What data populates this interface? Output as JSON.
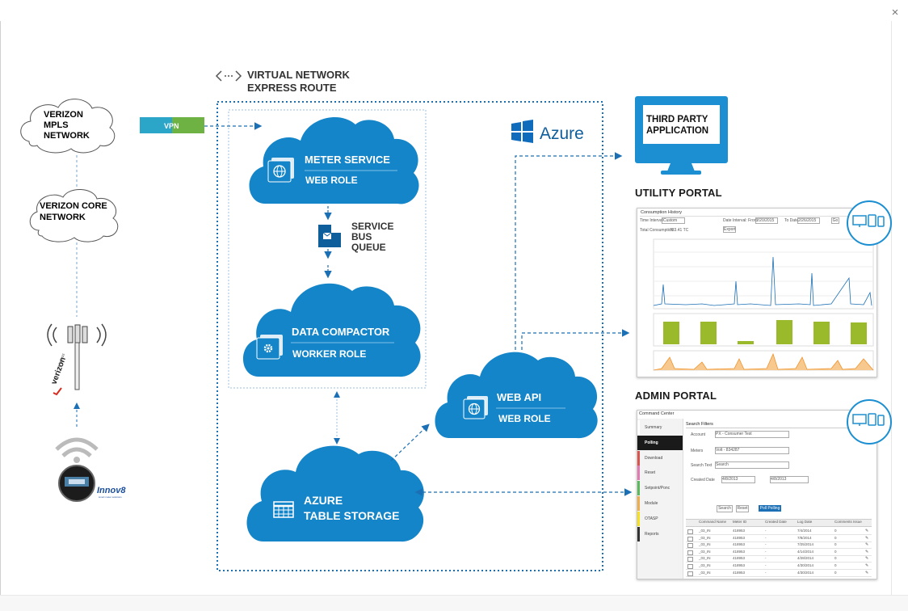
{
  "window": {
    "close_glyph": "×"
  },
  "network": {
    "title_line1": "VIRTUAL NETWORK",
    "title_line2": "EXPRESS ROUTE",
    "azure_label": "Azure"
  },
  "left": {
    "mpls_line1": "VERIZON",
    "mpls_line2": "MPLS",
    "mpls_line3": "NETWORK",
    "core_line1": "VERIZON CORE",
    "core_line2": "NETWORK",
    "vpn_label": "VPN",
    "verizon_brand": "verizon",
    "verizon_sub": "wireless",
    "innov8_brand": "Innov8",
    "innov8_sub": "smart meter solutions"
  },
  "clouds": {
    "meter_title": "METER SERVICE",
    "meter_sub": "WEB ROLE",
    "bus_line1": "SERVICE",
    "bus_line2": "BUS",
    "bus_line3": "QUEUE",
    "compactor_title": "DATA COMPACTOR",
    "compactor_sub": "WORKER  ROLE",
    "webapi_title": "WEB API",
    "webapi_sub": "WEB ROLE",
    "storage_title": "AZURE",
    "storage_sub": "TABLE  STORAGE"
  },
  "third_party": {
    "line1": "THIRD PARTY",
    "line2": "APPLICATION"
  },
  "utility_portal": {
    "title": "UTILITY PORTAL",
    "header": "Consumption History",
    "filter_label": "Time Interval",
    "filter_value": "Custom",
    "range_label": "Date Interval: From",
    "from_value": "2/20/2015",
    "to_label": "To Date",
    "to_value": "2/26/2015",
    "total_label": "Total Consumption",
    "total_value": "733.41 TC",
    "go_label": "Go",
    "export_label": "Export"
  },
  "admin_portal": {
    "title": "ADMIN PORTAL",
    "header": "Command Center",
    "menu": [
      "Summary",
      "Polling",
      "Download",
      "Reset",
      "Setpoint/Ponc",
      "Module",
      "OTASP",
      "Reports"
    ],
    "menu_colors": [
      "#ffffff",
      "#1a1a1a",
      "#d9534f",
      "#e07ab0",
      "#5cb85c",
      "#f0ad4e",
      "#f7e01d",
      "#333333"
    ],
    "search_title": "Search Filters",
    "f1_label": "Account",
    "f1_value": "PX - Consumer Test",
    "f2_label": "Meters",
    "f2_value": "Volt - 834287",
    "f3_label": "Search Text",
    "f3_value": "Search",
    "f4_label": "Created Date",
    "from_value": "4/8/2013",
    "to_value": "4/8/2013",
    "btn_search": "Search",
    "btn_reset": "Reset",
    "btn_poll": "Poll Polling",
    "columns": [
      "Command Name",
      "Meter ID",
      "Created Date",
      "Log Date",
      "Comments Issue"
    ],
    "rows": [
      [
        "_03_IN",
        "418953",
        "-",
        "7/4/2014",
        "0"
      ],
      [
        "_03_IN",
        "418953",
        "-",
        "7/8/2014",
        "0"
      ],
      [
        "_03_IN",
        "418953",
        "-",
        "7/25/2014",
        "0"
      ],
      [
        "_03_IN",
        "418953",
        "-",
        "4/14/2014",
        "0"
      ],
      [
        "_03_IN",
        "418953",
        "-",
        "4/28/2014",
        "0"
      ],
      [
        "_03_IN",
        "418953",
        "-",
        "4/30/2014",
        "0"
      ],
      [
        "_03_IN",
        "418953",
        "-",
        "4/30/2014",
        "0"
      ]
    ]
  },
  "colors": {
    "azure_blue": "#1b8fd1",
    "cloud_blue": "#1485c8",
    "dark_blue": "#0f5e9c",
    "vpn_green": "#6fb244",
    "bar_green": "#9aba2b",
    "line_orange": "#f0922a"
  },
  "icons": [
    "close-icon",
    "code-brackets-icon",
    "globe-icon",
    "gear-icon",
    "queue-icon",
    "table-grid-icon",
    "windows-logo-icon",
    "cell-tower-icon",
    "wifi-icon",
    "smart-meter-icon",
    "monitor-icon",
    "devices-icon"
  ]
}
